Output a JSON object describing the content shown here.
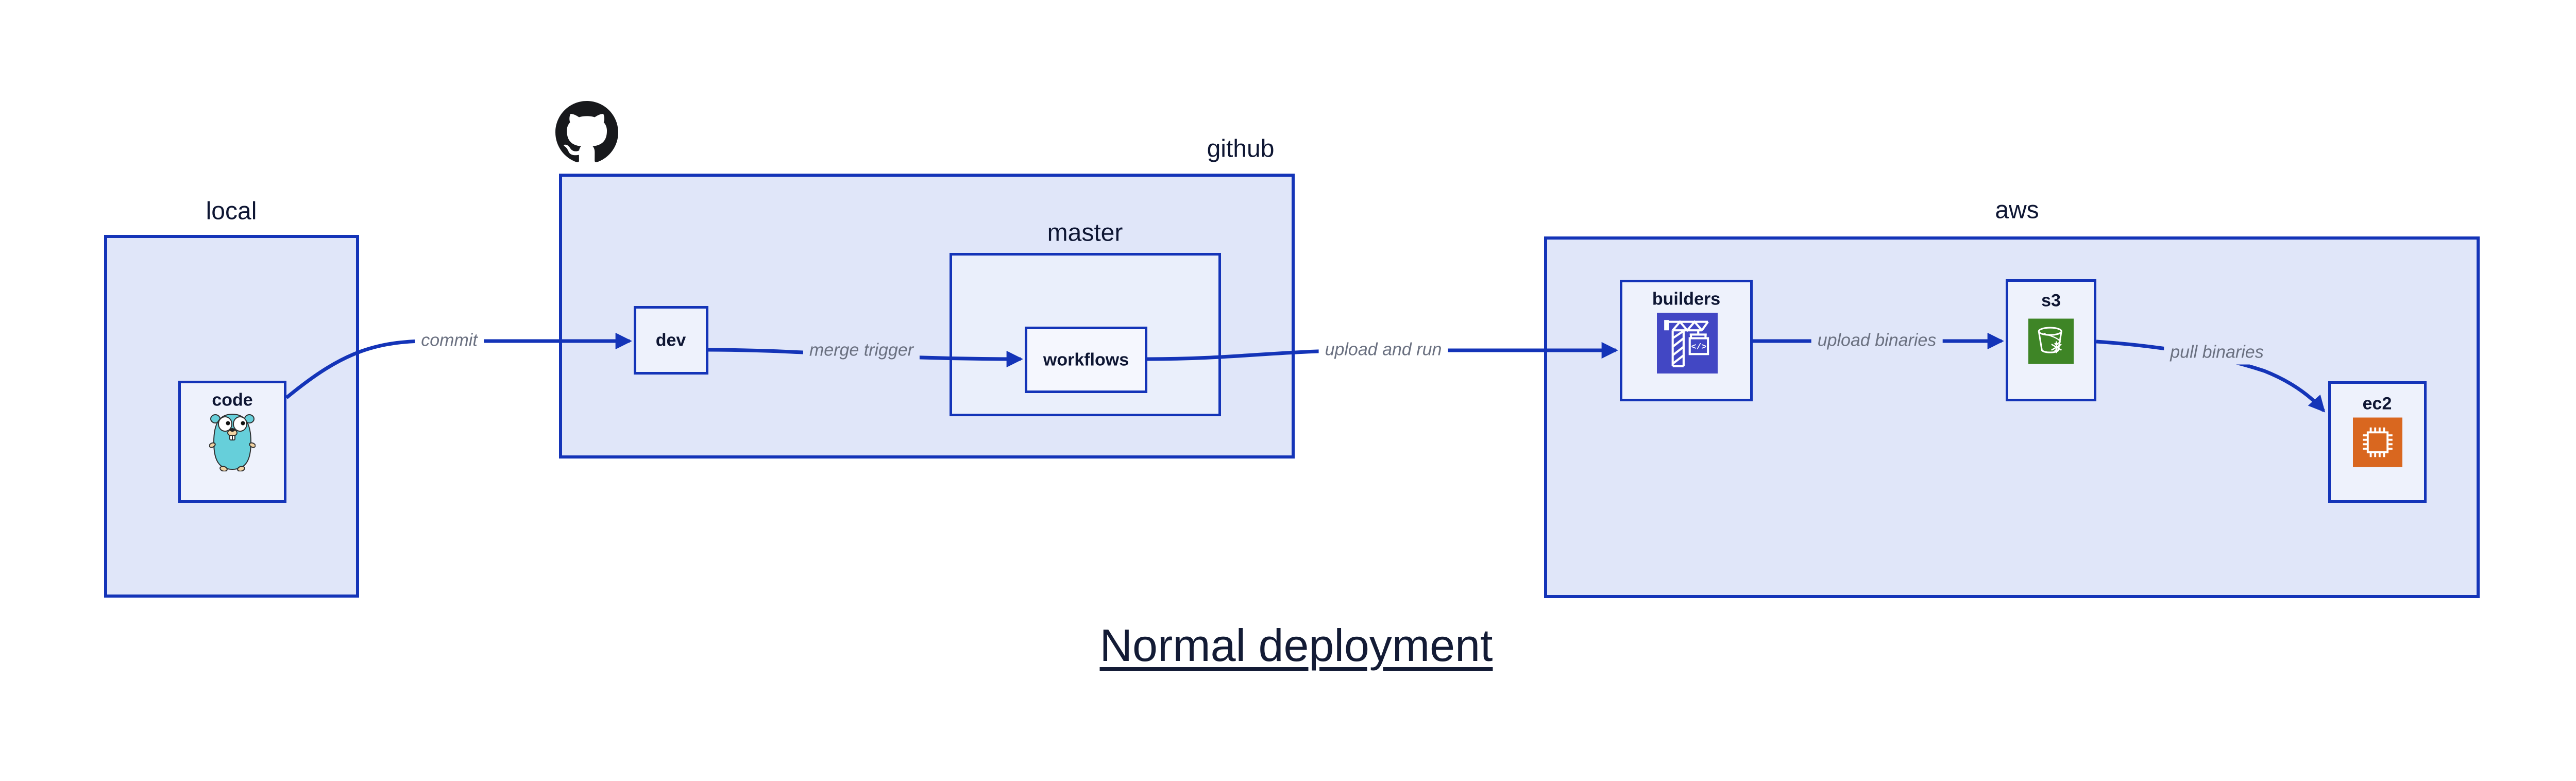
{
  "title": "Normal deployment",
  "containers": {
    "local": {
      "label": "local"
    },
    "github": {
      "label": "github",
      "logo_icon": "github-octocat-icon"
    },
    "master": {
      "label": "master"
    },
    "aws": {
      "label": "aws"
    }
  },
  "nodes": {
    "code": {
      "label": "code",
      "icon": "go-gopher-icon"
    },
    "dev": {
      "label": "dev"
    },
    "workflows": {
      "label": "workflows"
    },
    "builders": {
      "label": "builders",
      "icon": "aws-codebuild-crane-icon",
      "icon_glyph": "</>"
    },
    "s3": {
      "label": "s3",
      "icon": "aws-s3-glacier-bucket-icon"
    },
    "ec2": {
      "label": "ec2",
      "icon": "aws-ec2-chip-icon"
    }
  },
  "edges": [
    {
      "from": "code",
      "to": "dev",
      "label": "commit"
    },
    {
      "from": "dev",
      "to": "workflows",
      "label": "merge trigger"
    },
    {
      "from": "workflows",
      "to": "builders",
      "label": "upload and run"
    },
    {
      "from": "builders",
      "to": "s3",
      "label": "upload binaries"
    },
    {
      "from": "s3",
      "to": "ec2",
      "label": "pull binaries"
    }
  ],
  "colors": {
    "accent_blue": "#1434b8",
    "container_fill": "#e0e6f9",
    "subcontainer_fill": "#eaeffb",
    "node_fill": "#eef2fc",
    "label_dark": "#0e1633",
    "edge_label_gray": "#6a7080",
    "codebuild_purple": "#4247c4",
    "s3_green": "#3e8526",
    "ec2_orange": "#d9671f",
    "gopher_teal": "#66cfda",
    "github_black": "#18191c"
  }
}
